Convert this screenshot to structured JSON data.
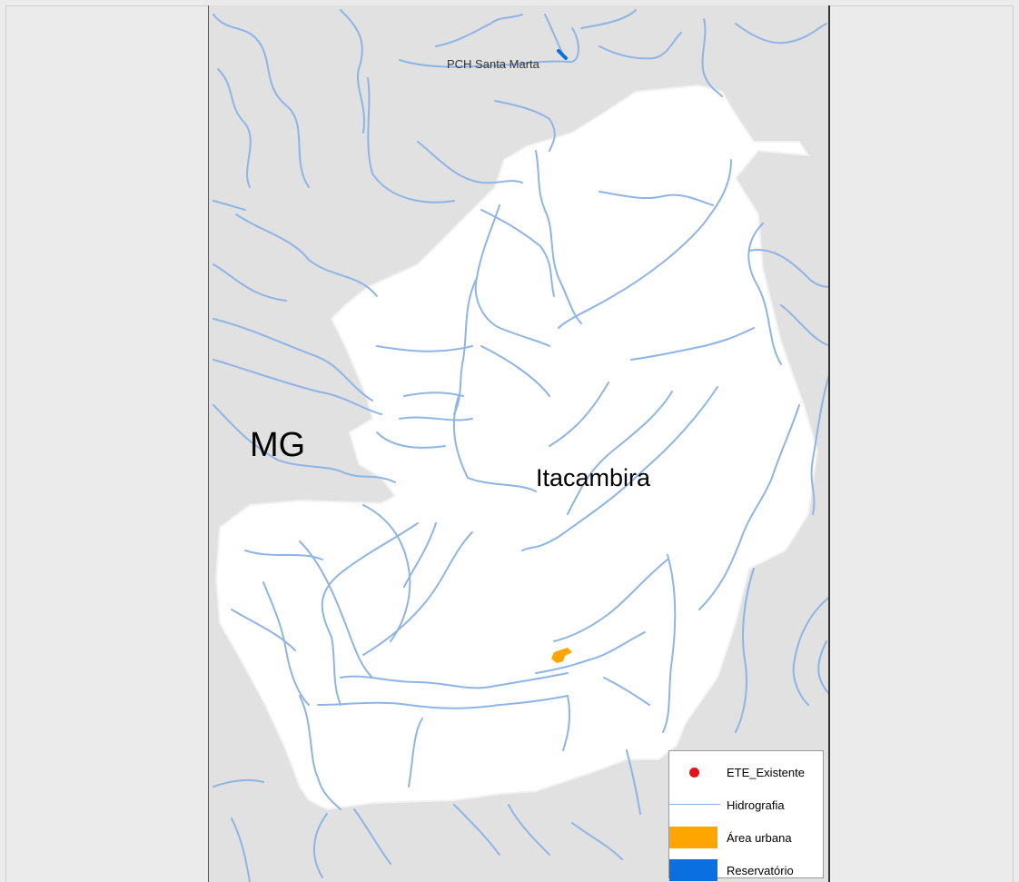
{
  "map": {
    "labels": {
      "reservoir_site": "PCH Santa Marta",
      "state": "MG",
      "municipality": "Itacambira"
    },
    "colors": {
      "background_outside": "#e1e1e1",
      "municipality_fill": "#ffffff",
      "rivers": "#8fb4e6",
      "urban_area": "#ffa500",
      "reservoir": "#0a6fe0",
      "ete_point": "#e0141c"
    }
  },
  "legend": {
    "items": [
      {
        "label": "ETE_Existente",
        "symbol": "red-dot",
        "color": "#e0141c"
      },
      {
        "label": "Hidrografia",
        "symbol": "line",
        "color": "#8fb4e6"
      },
      {
        "label": "Área urbana",
        "symbol": "box",
        "color": "#ffa500"
      },
      {
        "label": "Reservatório",
        "symbol": "box",
        "color": "#0a6fe0"
      }
    ]
  }
}
